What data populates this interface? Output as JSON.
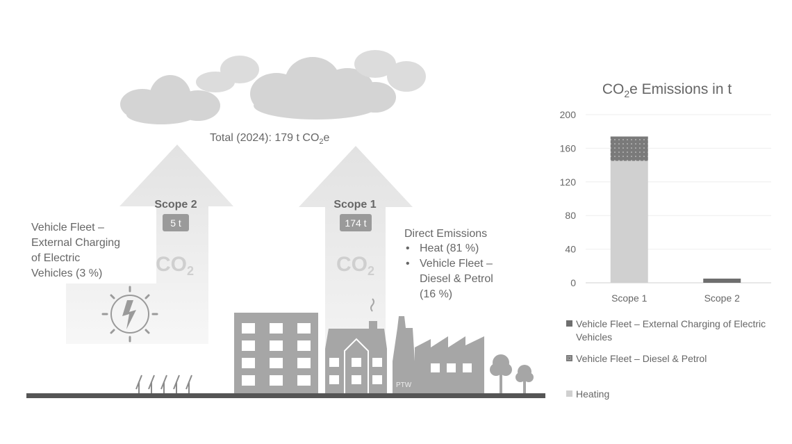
{
  "infographic": {
    "total_label": "Total (2024): 179 t CO",
    "total_sub": "2",
    "total_suffix": "e",
    "scope2": {
      "title": "Scope 2",
      "value": "5 t",
      "co2": "CO",
      "co2_sub": "2",
      "description": [
        "Vehicle Fleet –",
        "External Charging",
        "of Electric",
        "Vehicles (3 %)"
      ]
    },
    "scope1": {
      "title": "Scope 1",
      "value": "174 t",
      "co2": "CO",
      "co2_sub": "2",
      "heading": "Direct Emissions",
      "bullets": [
        "Heat (81 %)",
        "Vehicle Fleet –",
        "Diesel & Petrol",
        "(16 %)"
      ],
      "bullet_char": "•"
    },
    "factory_label": "PTW"
  },
  "colors": {
    "heating": "#d0d0d0",
    "diesel": "#7a7a7a",
    "ev": "#6e6e6e",
    "grid": "#eeeeee",
    "ground": "#555555",
    "building": "#a6a6a6"
  },
  "chart_data": {
    "type": "bar",
    "stacked": true,
    "title": "CO",
    "title_sub": "2",
    "title_suffix": "e Emissions in t",
    "categories": [
      "Scope 1",
      "Scope 2"
    ],
    "series": [
      {
        "name": "Heating",
        "values": [
          145,
          0
        ],
        "pattern": "solid-light"
      },
      {
        "name": "Vehicle Fleet – Diesel & Petrol",
        "values": [
          29,
          0
        ],
        "pattern": "dotted-dark"
      },
      {
        "name": "Vehicle Fleet – External Charging of Electric Vehicles",
        "values": [
          0,
          5
        ],
        "pattern": "solid-dark"
      }
    ],
    "yticks": [
      0,
      40,
      80,
      120,
      160,
      200
    ],
    "ytick_labels": [
      "0",
      "40",
      "80",
      "120",
      "160",
      "200"
    ],
    "ylim": [
      0,
      200
    ],
    "grid": true,
    "legend": {
      "position": "bottom",
      "items": [
        "Vehicle Fleet – External Charging of Electric",
        "Vehicles",
        "Vehicle Fleet – Diesel & Petrol",
        "Heating"
      ]
    }
  }
}
